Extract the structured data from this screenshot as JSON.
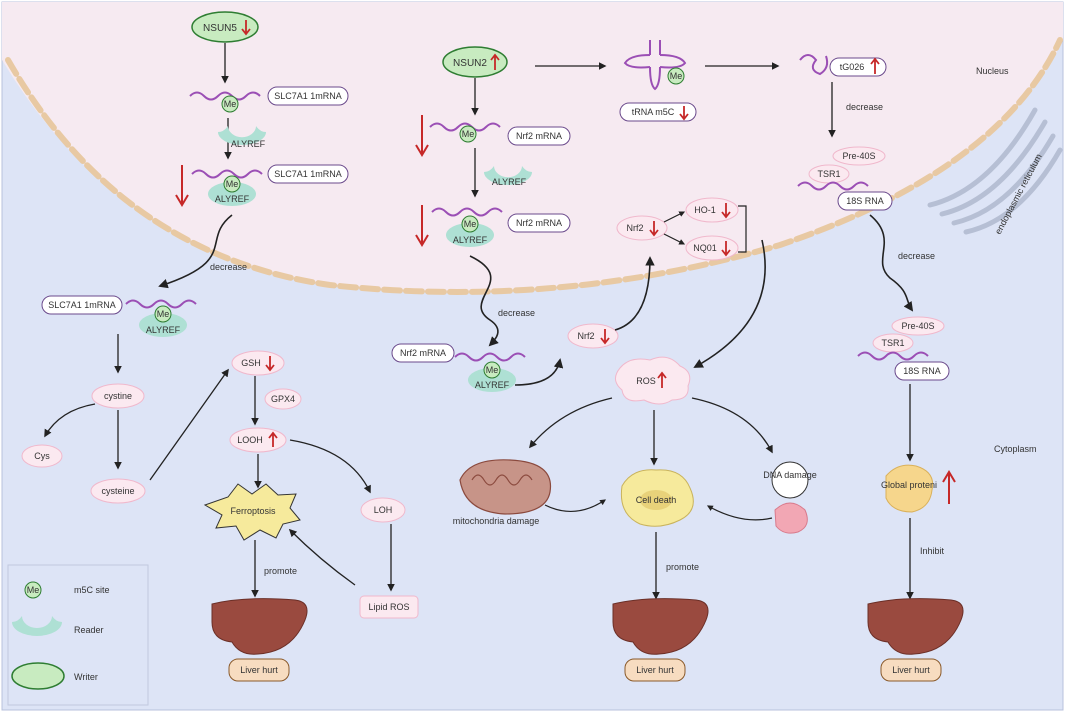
{
  "compartments": {
    "nucleus": "Nucleus",
    "cytoplasm": "Cytoplasm",
    "er": "endoplasmic reticulum"
  },
  "colors": {
    "cytoplasm_bg": "#dde4f6",
    "nucleus_bg": "#f6eaf1",
    "membrane": "#e8c9a3",
    "rna_strand": "#9b4fb5",
    "label_border": "#6b4a8c",
    "reader": "#aee0d4",
    "writer_fill": "#c8ebc0",
    "writer_border": "#2e7d32",
    "pink_node_border": "#f0b8cc",
    "liver": "#9a4a3f",
    "liver_label_bg": "#f7dcc0",
    "liver_label_border": "#8a5a2b",
    "up_down_arrow": "#c62828"
  },
  "left_pathway": {
    "writer": "NSUN5",
    "writer_change": "down",
    "mrna1": "SLC7A1 1mRNA",
    "reader1": "ALYREF",
    "mrna2": "SLC7A1 1mRNA",
    "reader2": "ALYREF",
    "decrease": "decrease",
    "mrna3": "SLC7A1 1mRNA",
    "reader3": "ALYREF",
    "cystine": "cystine",
    "cys": "Cys",
    "cysteine": "cysteine",
    "gsh": "GSH",
    "gpx4": "GPX4",
    "looh": "LOOH",
    "loh": "LOH",
    "lipid_ros": "Lipid ROS",
    "ferroptosis": "Ferroptosis",
    "promote": "promote",
    "liver_hurt": "Liver hurt"
  },
  "middle_pathway": {
    "writer": "NSUN2",
    "writer_change": "up",
    "mrna1": "Nrf2 mRNA",
    "reader1": "ALYREF",
    "mrna2": "Nrf2 mRNA",
    "reader2": "ALYREF",
    "decrease": "decrease",
    "mrna3": "Nrf2 mRNA",
    "reader3": "ALYREF",
    "nrf2_cyto": "Nrf2",
    "nrf2_nuc": "Nrf2",
    "ho1": "HO-1",
    "nq01": "NQ01",
    "ros": "ROS",
    "mito": "mitochondria damage",
    "cell_death": "Cell death",
    "dna_damage": "DNA damage",
    "promote": "promote",
    "liver_hurt": "Liver hurt",
    "trna": "tRNA m5C"
  },
  "right_pathway": {
    "tg026": "tG026",
    "decrease1": "decrease",
    "pre40s_1": "Pre-40S",
    "tsr1_1": "TSR1",
    "s18_1": "18S RNA",
    "decrease2": "decrease",
    "pre40s_2": "Pre-40S",
    "tsr1_2": "TSR1",
    "s18_2": "18S RNA",
    "global_proteni": "Global proteni",
    "inhibit": "Inhibit",
    "liver_hurt": "Liver hurt"
  },
  "me_label": "Me",
  "legend": {
    "me": "Me",
    "m5c_site": "m5C site",
    "reader": "Reader",
    "writer": "Writer"
  }
}
